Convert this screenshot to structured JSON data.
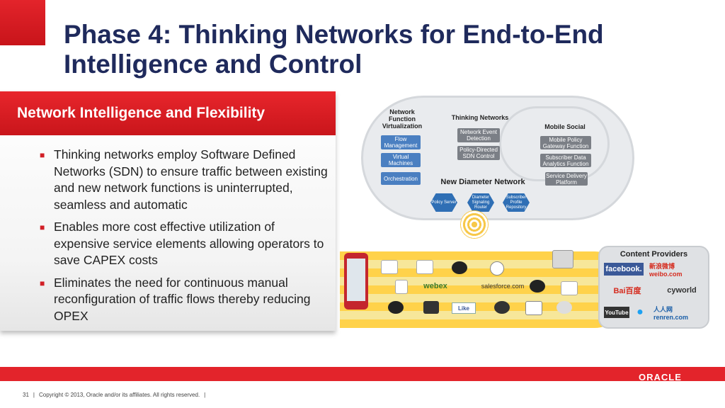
{
  "title": {
    "line1": "Phase 4: Thinking Networks for End-to-End",
    "line2": "Intelligence and Control"
  },
  "panel": {
    "header": "Network Intelligence and Flexibility",
    "bullets": [
      "Thinking networks employ Software Defined Networks (SDN) to ensure traffic between existing and new network functions is uninterrupted, seamless and automatic",
      "Enables more cost effective utilization of expensive service elements allowing operators to save CAPEX costs",
      "Eliminates the need for continuous manual reconfiguration of traffic flows thereby reducing OPEX"
    ]
  },
  "diagram": {
    "nfv_label": "Network Function Virtualization",
    "nfv_items": [
      "Flow Management",
      "Virtual Machines",
      "Orchestration"
    ],
    "thinking_label": "Thinking Networks",
    "thinking_items": [
      "Network Event Detection",
      "Policy-Directed SDN Control"
    ],
    "mobile_label": "Mobile Social",
    "mobile_items": [
      "Mobile Policy Gateway Function",
      "Subscriber Data Analytics Function",
      "Service Delivery Platform"
    ],
    "diameter_label": "New Diameter Network",
    "diameter_items": [
      "Policy Server",
      "Diameter Signaling Router",
      "Subscriber Profile Repository"
    ],
    "content_label": "Content Providers",
    "providers": [
      "facebook.",
      "新浪微博 weibo.com",
      "Bai百度",
      "cyworld",
      "YouTube",
      "人人网 renren.com"
    ],
    "band_logos": [
      "webex",
      "salesforce.com",
      "Like"
    ]
  },
  "footer": {
    "page": "31",
    "copyright": "Copyright © 2013, Oracle and/or its affiliates. All rights reserved.",
    "brand": "ORACLE"
  },
  "colors": {
    "accent_red": "#e3242b",
    "title_navy": "#1f2a5c",
    "diagram_blue": "#4a7fc1"
  }
}
